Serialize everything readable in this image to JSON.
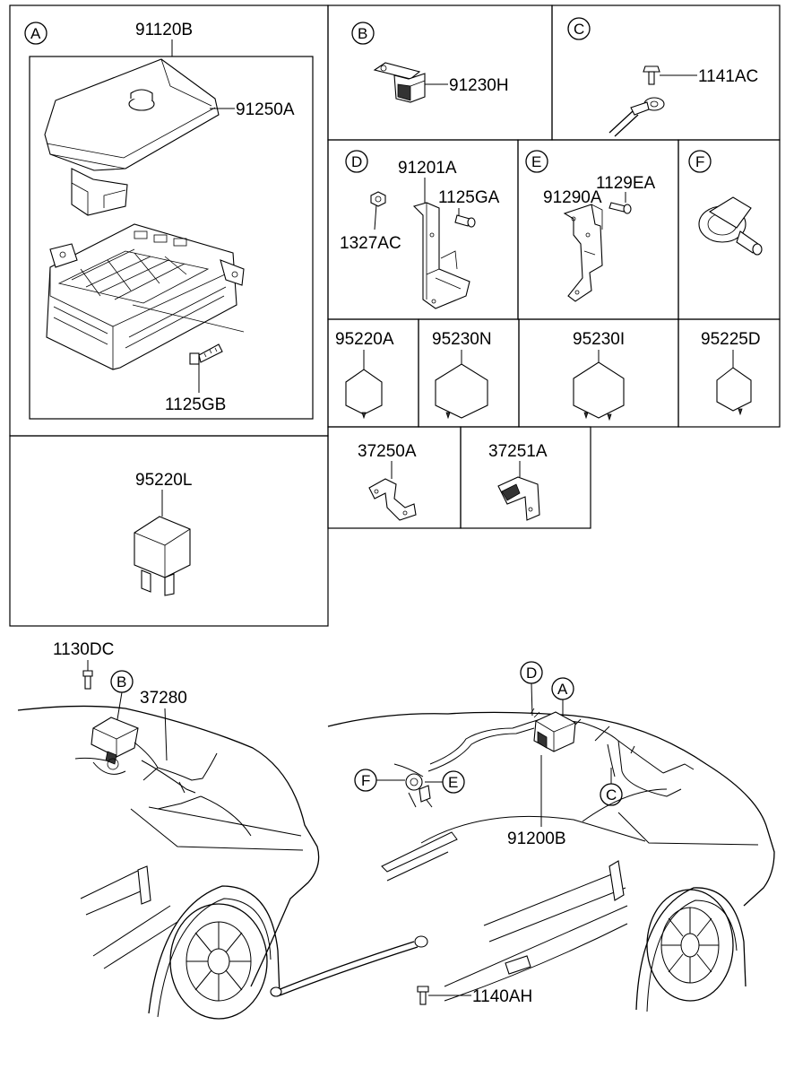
{
  "panels": {
    "A": {
      "letter": "A",
      "assembly": "91120B",
      "cover": "91250A",
      "bolt": "1125GB"
    },
    "B": {
      "letter": "B",
      "part": "91230H"
    },
    "C": {
      "letter": "C",
      "part": "1141AC"
    },
    "D": {
      "letter": "D",
      "bracket": "91201A",
      "bolt": "1125GA",
      "nut": "1327AC"
    },
    "E": {
      "letter": "E",
      "bracket": "91290A",
      "bolt": "1129EA"
    },
    "F": {
      "letter": "F"
    },
    "relays": [
      "95220A",
      "95230N",
      "95230I",
      "95225D"
    ],
    "brackets": [
      "37250A",
      "37251A"
    ],
    "relay_large": "95220L"
  },
  "vehicle": {
    "left_bolt": "1130DC",
    "left_callout": "B",
    "left_wiring": "37280",
    "right_callouts": {
      "d": "D",
      "a": "A",
      "f": "F",
      "e": "E",
      "c": "C"
    },
    "main_harness": "91200B",
    "ground_bolt": "1140AH"
  }
}
